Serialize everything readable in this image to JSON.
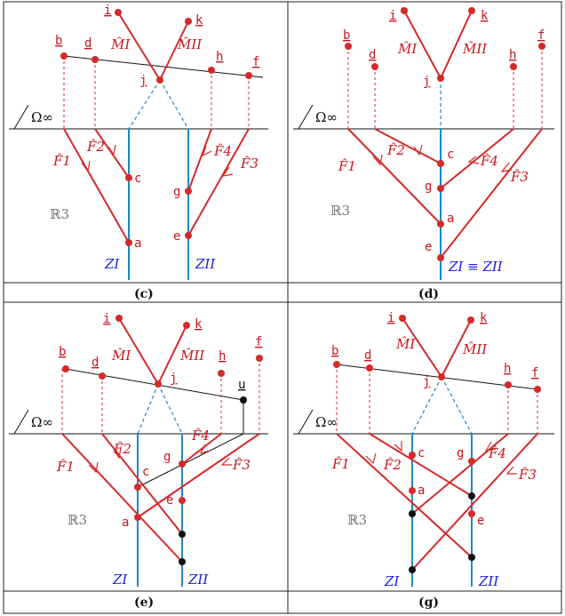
{
  "panels": {
    "c": {
      "caption": "(c)"
    },
    "d": {
      "caption": "(d)"
    },
    "e": {
      "caption": "(e)"
    },
    "g": {
      "caption": "(g)"
    }
  },
  "labels": {
    "omega": "Ω∞",
    "r3": "ℝ3",
    "ZI": "ZI",
    "ZII": "ZII",
    "ZIequiv": "ZI ≡ ZII",
    "MI": "M̂I",
    "MII": "M̂II",
    "F1": "F̂1",
    "F2": "F̂2",
    "F3": "F̂3",
    "F4": "F̂4"
  },
  "points": {
    "a": "a",
    "b": "b",
    "c": "c",
    "d": "d",
    "e": "e",
    "f": "f",
    "g": "g",
    "h": "h",
    "i": "i",
    "j": "j",
    "k": "k",
    "u": "u"
  },
  "colors": {
    "red": "#d42a2a",
    "blue": "#1f88c8",
    "label_blue": "#1a1adc",
    "black": "#111111"
  }
}
